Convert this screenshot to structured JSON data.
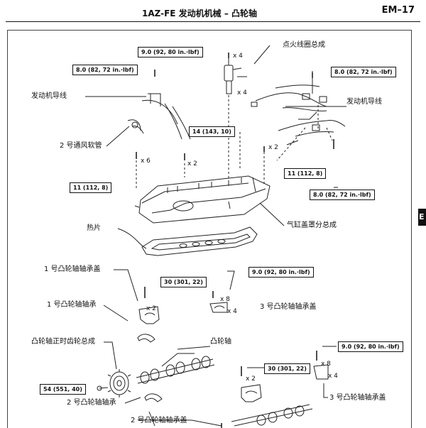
{
  "header": {
    "section_title": "1AZ-FE 发动机机械  –  凸轮轴",
    "page_code": "EM–17",
    "side_tab": "E"
  },
  "torque_specs": {
    "t_9_0_top": "9.0 (92, 80 in.·lbf)",
    "t_8_0_left": "8.0 (82, 72 in.·lbf)",
    "t_8_0_right_top": "8.0 (82, 72 in.·lbf)",
    "t_14": "14 (143, 10)",
    "t_11_left": "11 (112, 8)",
    "t_11_right": "11 (112, 8)",
    "t_8_0_right_low": "8.0 (82, 72 in.·lbf)",
    "t_30_left": "30 (301, 22)",
    "t_9_0_mid": "9.0 (92, 80 in.·lbf)",
    "t_9_0_low": "9.0 (92, 80 in.·lbf)",
    "t_30_low": "30 (301, 22)",
    "t_54": "54 (551, 40)"
  },
  "quantities": {
    "q_x4_top": "x 4",
    "q_x4_coil": "x 4",
    "q_x6": "x 6",
    "q_x2_14": "x 2",
    "q_x2_11": "x 2",
    "q_x2_cap1": "x 2",
    "q_x8_mid": "x 8",
    "q_x4_mid": "x 4",
    "q_x8_low": "x 8",
    "q_x4_low": "x 4",
    "q_x2_cap2": "x 2"
  },
  "labels": {
    "ignition_coil": "点火线圈总成",
    "engine_wire_left": "发动机导线",
    "engine_wire_right": "发动机导线",
    "vent_hose": "2 号通风软管",
    "cover_assy": "气缸盖罩分总成",
    "gasket": "热片",
    "cap_no1": "1 号凸轮轴轴承盖",
    "bearing_no1": "1 号凸轮轴轴承",
    "cap_no3_mid": "3 号凸轮轴轴承盖",
    "timing_gear": "凸轮轴正时齿轮总成",
    "camshaft": "凸轮轴",
    "bearing_no2": "2 号凸轮轴轴承",
    "cap_no2": "2 号凸轮轴轴承盖",
    "cap_no3_low": "3 号凸轮轴轴承盖"
  }
}
